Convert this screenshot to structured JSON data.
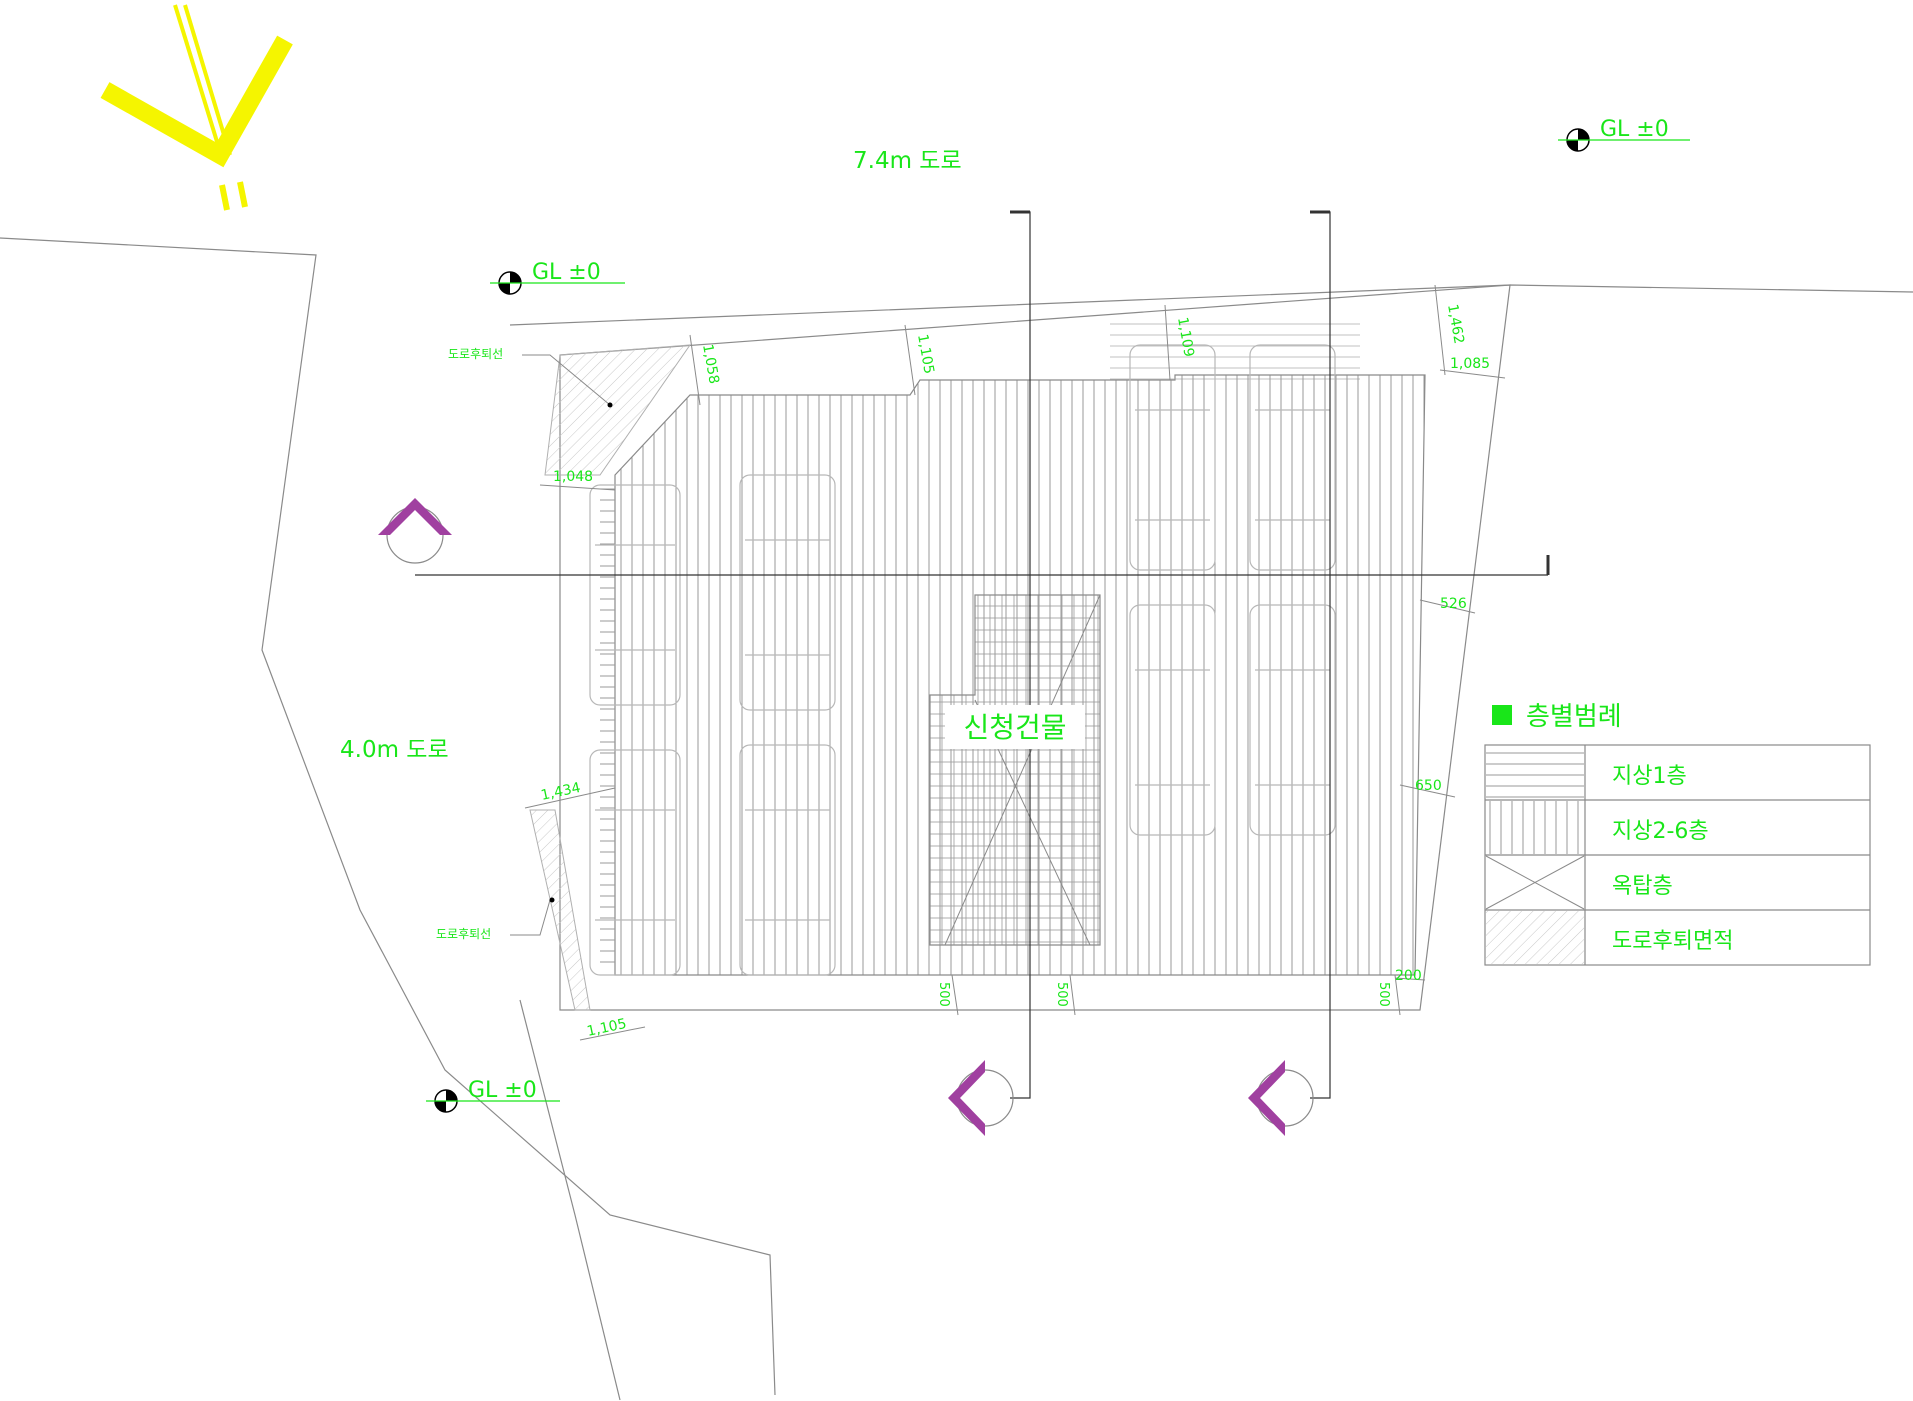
{
  "roads": {
    "north": "7.4m 도로",
    "west": "4.0m 도로"
  },
  "ground_levels": [
    "GL ±0",
    "GL ±0",
    "GL ±0"
  ],
  "building_label": "신청건물",
  "setback_line_labels": [
    "도로후퇴선",
    "도로후퇴선"
  ],
  "dimensions": {
    "d1": "1,058",
    "d2": "1,105",
    "d3": "1,109",
    "d4": "1,462",
    "d5": "1,085",
    "d6": "1,048",
    "d7": "526",
    "d8": "1,434",
    "d9": "650",
    "d10": "1,105",
    "d11": "500",
    "d12": "500",
    "d13": "500",
    "d14": "200"
  },
  "legend": {
    "title": "층별범례",
    "items": [
      {
        "label": "지상1층"
      },
      {
        "label": "지상2-6층"
      },
      {
        "label": "옥탑층"
      },
      {
        "label": "도로후퇴면적"
      }
    ]
  },
  "colors": {
    "annotation": "#19e619",
    "section_marker": "#a040a0",
    "north_arrow": "#f5f500",
    "linework": "#8a8a8a"
  },
  "icons": {
    "north_arrow": "north-arrow-icon",
    "level_marker": "level-marker-icon",
    "section_marker": "section-marker-icon"
  }
}
